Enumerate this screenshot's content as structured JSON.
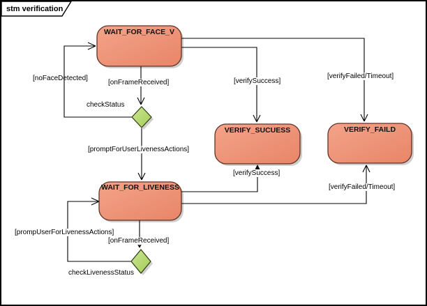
{
  "frame": {
    "title": "stm verification"
  },
  "diagram": {
    "type": "uml-state-machine",
    "states": [
      {
        "label": "WAIT_FOR_FACE_V"
      },
      {
        "label": "VERIFY_SUCUESS"
      },
      {
        "label": "VERIFY_FAILD"
      },
      {
        "label": "WAIT_FOR_LIVENESS"
      }
    ],
    "choices": [
      {
        "label": "checkStatus"
      },
      {
        "label": "checkLivenessStatus"
      }
    ],
    "transitions": {
      "no_face_detected": "[noFaceDetected]",
      "on_frame_received_top": "[onFrameReceived]",
      "verify_success_top": "[verifySuccess]",
      "verify_failed_top": "[verifyFailed/Timeout]",
      "prompt_for_user_liveness_actions": "[promptForUserLivenessActions]",
      "promp_user_for_liveness_actions": "[prompUserForLivenessActions]",
      "on_frame_received_bottom": "[onFrameReceived]",
      "verify_success_bottom": "[verifySuccess]",
      "verify_failed_bottom": "[verifyFailed/Timeout]"
    },
    "colors": {
      "state_fill_light": "#F3A389",
      "state_fill_dark": "#E88568",
      "state_border": "#5F3226",
      "choice_fill_light": "#CBE694",
      "choice_fill_dark": "#A4CC55",
      "choice_border": "#2E3A12",
      "line": "#000000",
      "shadow": "#BEBEBE"
    }
  }
}
